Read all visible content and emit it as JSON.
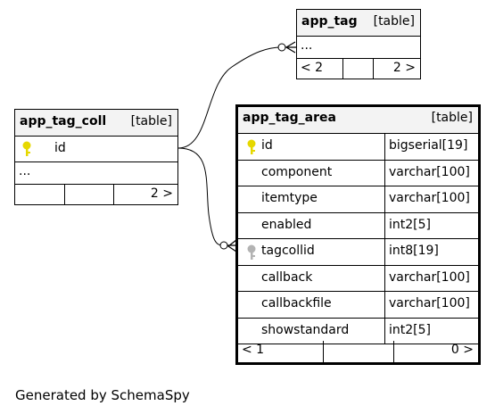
{
  "tables": {
    "app_tag": {
      "name": "app_tag",
      "kind": "[table]",
      "ellipsis": "...",
      "nav_prev": "< 2",
      "nav_next": "2 >"
    },
    "app_tag_coll": {
      "name": "app_tag_coll",
      "kind": "[table]",
      "pk_column": "id",
      "ellipsis": "...",
      "nav_next": "2 >"
    },
    "app_tag_area": {
      "name": "app_tag_area",
      "kind": "[table]",
      "columns": [
        {
          "name": "id",
          "type": "bigserial[19]",
          "key": "primary"
        },
        {
          "name": "component",
          "type": "varchar[100]",
          "key": ""
        },
        {
          "name": "itemtype",
          "type": "varchar[100]",
          "key": ""
        },
        {
          "name": "enabled",
          "type": "int2[5]",
          "key": ""
        },
        {
          "name": "tagcollid",
          "type": "int8[19]",
          "key": "foreign"
        },
        {
          "name": "callback",
          "type": "varchar[100]",
          "key": ""
        },
        {
          "name": "callbackfile",
          "type": "varchar[100]",
          "key": ""
        },
        {
          "name": "showstandard",
          "type": "int2[5]",
          "key": ""
        }
      ],
      "nav_prev": "< 1",
      "nav_next": "0 >"
    }
  },
  "colors": {
    "primary_key": "#e6d800",
    "foreign_key": "#b3b3b3",
    "header_bg": "#f3f3f3"
  },
  "footer": "Generated by SchemaSpy"
}
